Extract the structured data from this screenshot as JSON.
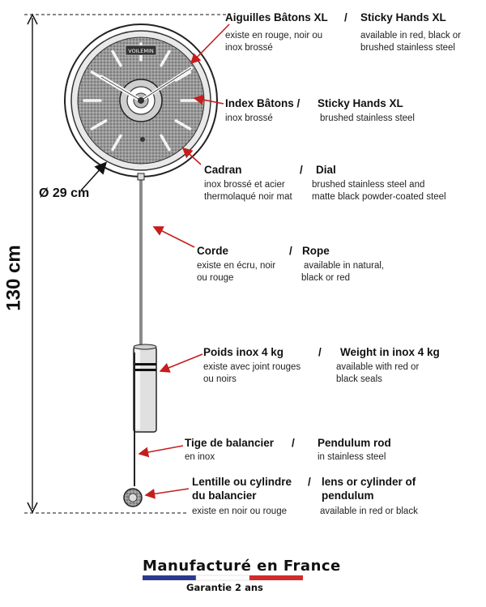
{
  "dimensions": {
    "height": "130 cm",
    "diameter": "Ø 29 cm"
  },
  "dial_brand": "VOILEMIN",
  "annotations": [
    {
      "fr_title": "Aiguilles Bâtons XL",
      "slash": "/",
      "en_title": "Sticky Hands XL",
      "fr_desc": [
        "existe en rouge, noir ou",
        "inox brossé"
      ],
      "en_desc": [
        "available in red, black or",
        "brushed stainless steel"
      ]
    },
    {
      "fr_title": "Index Bâtons /",
      "slash": "",
      "en_title": "Sticky Hands XL",
      "fr_desc": [
        "inox brossé"
      ],
      "en_desc": [
        "brushed stainless steel"
      ]
    },
    {
      "fr_title": "Cadran",
      "slash": "/",
      "en_title": "Dial",
      "fr_desc": [
        "inox brossé et acier",
        "thermolaqué noir mat"
      ],
      "en_desc": [
        "brushed stainless steel  and",
        "matte black powder-coated steel"
      ]
    },
    {
      "fr_title": "Corde",
      "slash": "/",
      "en_title": "Rope",
      "fr_desc": [
        "existe en écru, noir",
        "ou rouge"
      ],
      "en_desc": [
        "available in natural,",
        "black or red"
      ]
    },
    {
      "fr_title": "Poids inox 4 kg",
      "slash": "/",
      "en_title": "Weight in inox 4 kg",
      "fr_desc": [
        "existe avec joint rouges",
        "ou noirs"
      ],
      "en_desc": [
        "available with red or",
        "black seals"
      ]
    },
    {
      "fr_title": "Tige de balancier",
      "slash": "/",
      "en_title": "Pendulum rod",
      "fr_desc": [
        "en inox"
      ],
      "en_desc": [
        "in stainless steel"
      ]
    },
    {
      "fr_title": "Lentille ou cylindre",
      "fr_title2": "du balancier",
      "slash": "/",
      "en_title": "lens or cylinder of",
      "en_title2": "pendulum",
      "fr_desc": [
        "existe en noir ou rouge"
      ],
      "en_desc": [
        "available in red or black"
      ]
    }
  ],
  "footer": {
    "main": "Manufacturé en France",
    "sub": "Garantie 2 ans",
    "flag_colors": [
      "#2b3a8f",
      "#ffffff",
      "#d22b2b"
    ]
  },
  "colors": {
    "arrow": "#c41e1e",
    "line": "#111111"
  }
}
